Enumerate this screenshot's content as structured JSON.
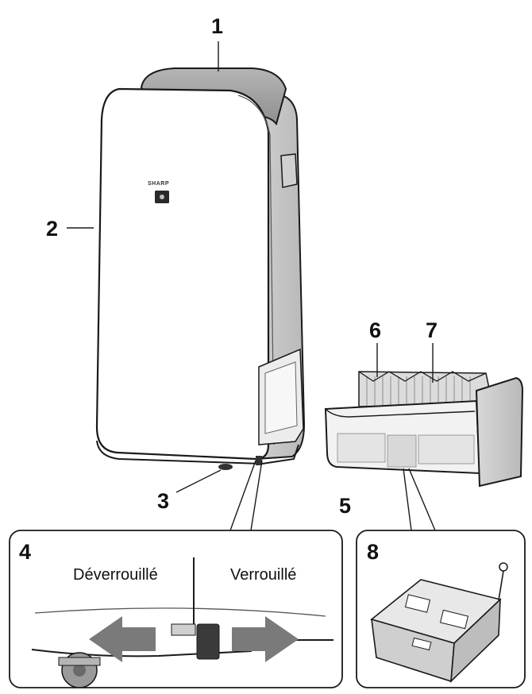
{
  "brand": "SHARP",
  "callouts": {
    "n1": "1",
    "n2": "2",
    "n3": "3",
    "n4": "4",
    "n5": "5",
    "n6": "6",
    "n7": "7",
    "n8": "8"
  },
  "detail_4": {
    "left_label": "Déverrouillé",
    "right_label": "Verrouillé"
  },
  "colors": {
    "outline": "#1a1a1a",
    "body": "#ffffff",
    "grey_top": "#a9a9a9",
    "grey_side": "#c8c8c8",
    "arrow": "#7a7a7a"
  }
}
